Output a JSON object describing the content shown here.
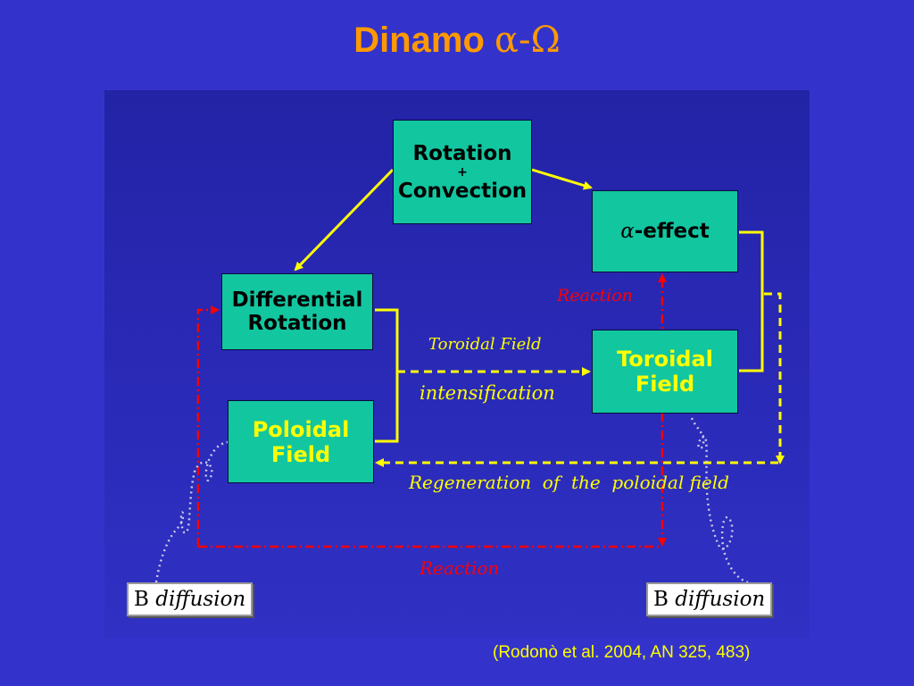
{
  "title": {
    "text": "Dinamo ",
    "greek": "α-Ω"
  },
  "boxes": {
    "rotation": {
      "line1": "Rotation",
      "plus": "+",
      "line2": "Convection"
    },
    "alpha": {
      "symbol": "α",
      "text": "-effect"
    },
    "differential": {
      "line1": "Differential",
      "line2": "Rotation"
    },
    "toroidal": {
      "line1": "Toroidal",
      "line2": "Field"
    },
    "poloidal": {
      "line1": "Poloidal",
      "line2": "Field"
    }
  },
  "labels": {
    "reaction_top": "Reaction",
    "toroidal_field": "Toroidal Field",
    "intensification": "intensification",
    "regeneration": "Regeneration  of  the  poloidal field",
    "reaction_bottom": "Reaction"
  },
  "diffusion": {
    "left_b": "B",
    "left_text": " diffusion",
    "right_b": "B",
    "right_text": " diffusion"
  },
  "citation": "(Rodonò et al. 2004, AN 325, 483)",
  "colors": {
    "background": "#3333cc",
    "box_fill": "#12c6a0",
    "title": "#ff9900",
    "arrows": "#ffff00",
    "reaction": "#ff0000",
    "diffusion_curve": "#c8c8e6"
  }
}
